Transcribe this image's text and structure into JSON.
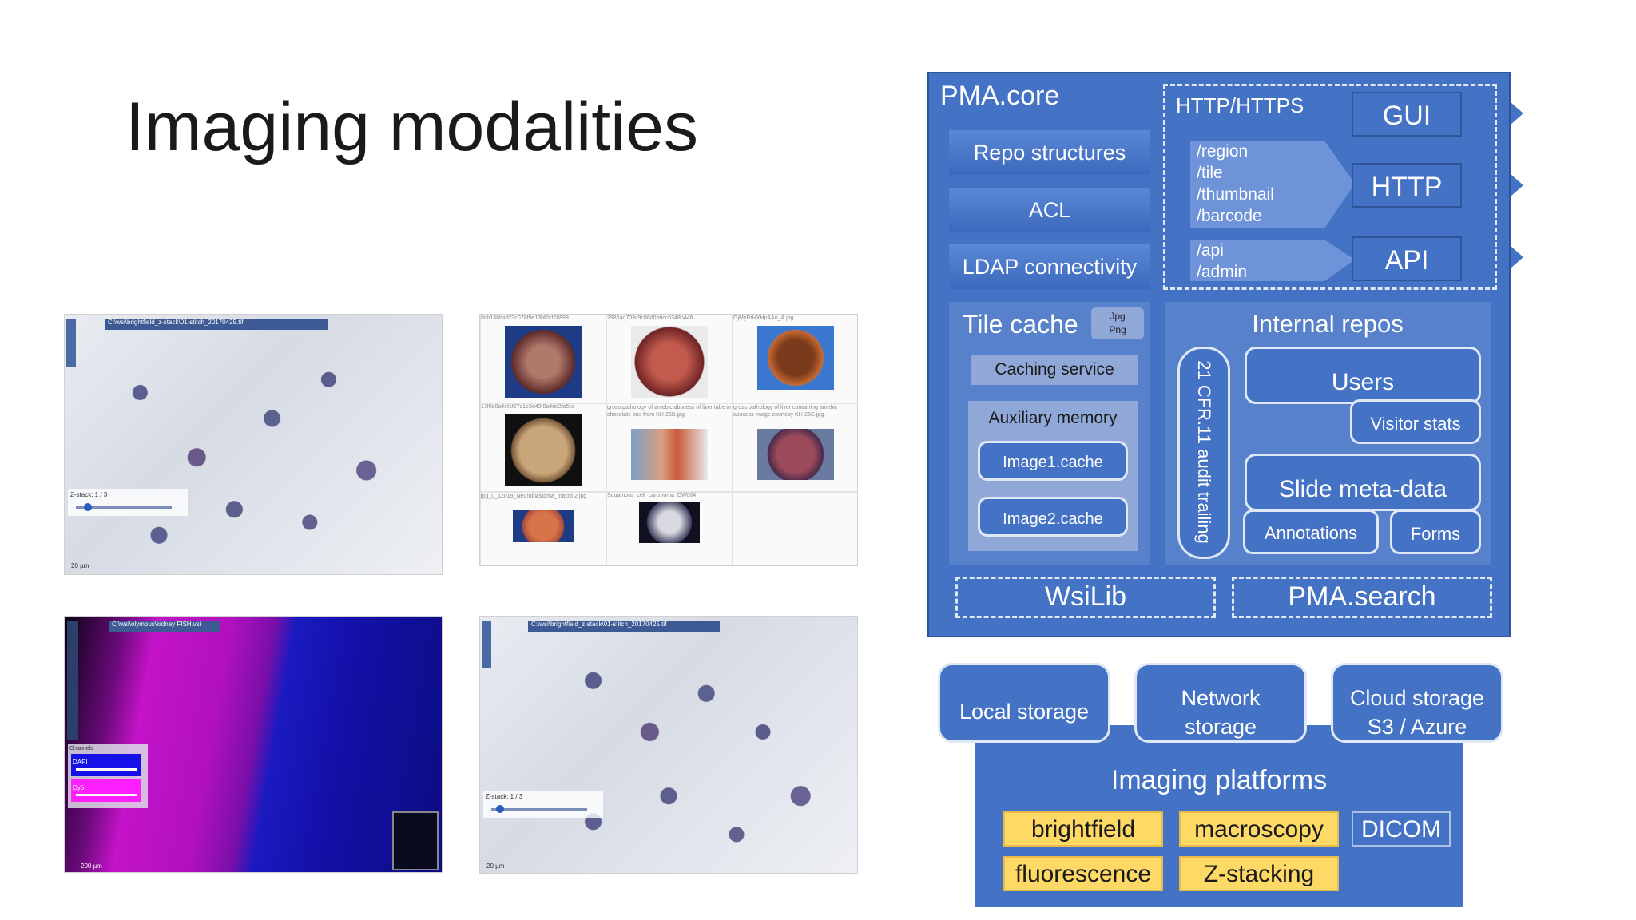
{
  "slide": {
    "title": "Imaging modalities"
  },
  "screens": {
    "viewer1": {
      "path": "C:\\wsi\\brightfield_z-stack\\01-stitch_20170425.tif",
      "zlabel": "Z-stack: 1 / 3",
      "scale": "20 µm"
    },
    "gallery": {
      "captions": [
        "0cb136bad23c078f9e13bf2cf28899",
        "2986ad703c9c86d0bbcc6348b446",
        "GjMyRrHXHpAAn_A.jpg",
        "17f0a0a4ef1f27c1e0d43f8a4de3fa5ce",
        "gross pathology of amebic abscess of liver tube in chocolate pus from KH-26B.jpg",
        "gross pathology of liver containing amebic abscess image courtesy KH-26C.jpg",
        "jpg_0_12019_Neuroblastoma_macro 2.jpg",
        "Squamous_cell_carcinoma_DW004",
        ""
      ]
    },
    "viewer2": {
      "path": "C:\\wsi\\olympus\\kidney FISH.vsi",
      "channels_label": "Channels",
      "ch1": "DAPI",
      "ch2": "Cy5",
      "scale": "200 µm"
    },
    "viewer3": {
      "path": "C:\\wsi\\brightfield_z-stack\\01-stitch_20170425.tif",
      "zlabel": "Z-stack: 1 / 3",
      "scale": "20 µm"
    }
  },
  "arch": {
    "core_title": "PMA.core",
    "left_buttons": [
      "Repo structures",
      "ACL",
      "LDAP connectivity"
    ],
    "http_title": "HTTP/HTTPS",
    "routes1": [
      "/region",
      "/tile",
      "/thumbnail",
      "/barcode"
    ],
    "routes2": [
      "/api",
      "/admin"
    ],
    "outputs": [
      "GUI",
      "HTTP",
      "API"
    ],
    "tile_cache": {
      "title": "Tile cache",
      "formats": [
        "Jpg",
        "Png"
      ],
      "caching": "Caching service",
      "aux": "Auxiliary memory",
      "caches": [
        "Image1.cache",
        "Image2.cache"
      ]
    },
    "internal": {
      "title": "Internal repos",
      "audit": "21 CFR.11 audit trailing",
      "users": "Users",
      "visitor": "Visitor stats",
      "meta": "Slide meta-data",
      "annotations": "Annotations",
      "forms": "Forms"
    },
    "wsilib": "WsiLib",
    "pmasearch": "PMA.search",
    "storage": [
      "Local storage",
      "Network\nstorage",
      "Cloud storage\nS3 / Azure"
    ],
    "platforms_title": "Imaging platforms",
    "platforms": [
      "brightfield",
      "macroscopy",
      "DICOM",
      "fluorescence",
      "Z-stacking"
    ],
    "colors": {
      "blue": "#4472c4",
      "yellow": "#ffd966",
      "border": "#2f5597"
    }
  }
}
